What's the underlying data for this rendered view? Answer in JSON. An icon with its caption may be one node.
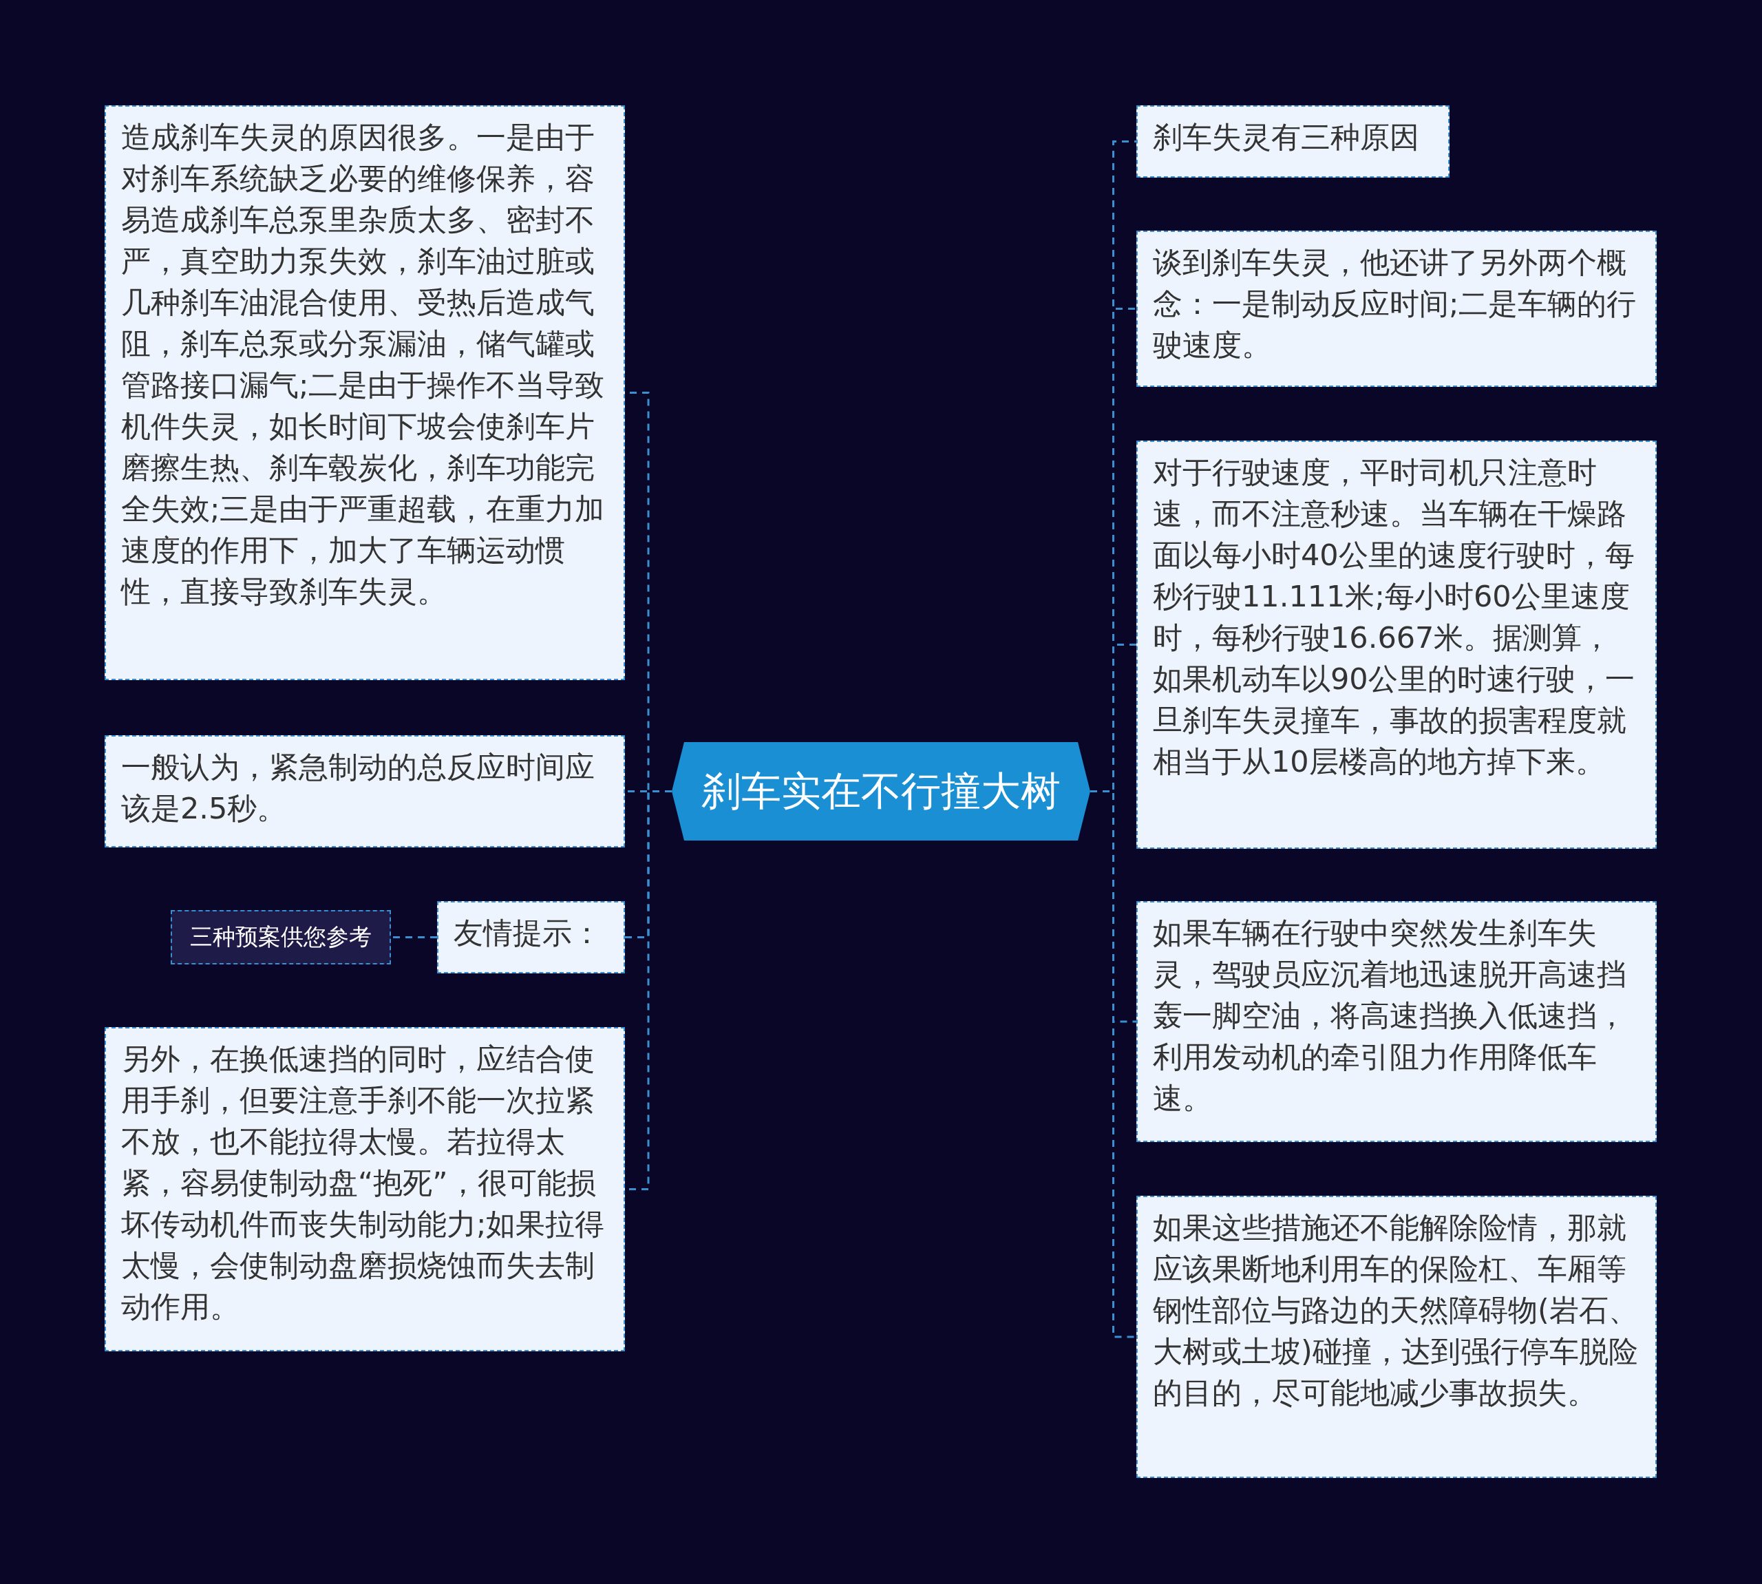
{
  "diagram": {
    "nodes": [
      {
        "text": [
          "刹车实在不行撞大树"
        ]
      },
      {
        "text": [
          "造成刹车失灵的原因很多。一是由于对刹车系统缺乏必要的维修保养，容易造成刹车总泵里杂质太多、密封不严，真空助力泵失效，刹车油过脏或几种刹车油混合使用、受热后造成气阻，刹车总泵或分泵漏油，储气罐或管路接口漏气;二是由于操作不当导致机件失灵，如长时间下坡会使刹车片磨擦生热、刹车毂炭化，刹车功能完全失效;三是由于严重超载，在重力加速度的作用下，加大了车辆运动惯性，直接导致刹车失灵。"
        ]
      },
      {
        "text": [
          "一般认为，紧急制动的总反应时间应该是2.5秒。"
        ]
      },
      {
        "text": [
          "友情提示："
        ]
      },
      {
        "text": [
          "三种预案供您参考"
        ]
      },
      {
        "text": [
          "另外，在换低速挡的同时，应结合使用手刹，但要注意手刹不能一次拉紧不放，也不能拉得太慢。若拉得太紧，容易使制动盘“抱死”，很可能损坏传动机件而丧失制动能力;如果拉得太慢，会使制动盘磨损烧蚀而失去制动作用。"
        ]
      },
      {
        "text": [
          "刹车失灵有三种原因"
        ]
      },
      {
        "text": [
          "谈到刹车失灵，他还讲了另外两个概念：一是制动反应时间;二是车辆的行驶速度。"
        ]
      },
      {
        "text": [
          "对于行驶速度，平时司机只注意时速，而不注意秒速。当车辆在干燥路面以每小时40公里的速度行驶时，每秒行驶11.111米;每小时60公里速度时，每秒行驶16.667米。据测算，如果机动车以90公里的时速行驶，一旦刹车失灵撞车，事故的损害程度就相当于从10层楼高的地方掉下来。"
        ]
      },
      {
        "text": [
          "如果车辆在行驶中突然发生刹车失灵，驾驶员应沉着地迅速脱开高速挡轰一脚空油，将高速挡换入低速挡，利用发动机的牵引阻力作用降低车速。"
        ]
      },
      {
        "text": [
          "如果这些措施还不能解除险情，那就应该果断地利用车的保险杠、车厢等钢性部位与路边的天然障碍物(岩石、大树或土坡)碰撞，达到强行停车脱险的目的，尽可能地减少事故损失。"
        ]
      }
    ],
    "edges": [
      {
        "from": 0,
        "to": 1,
        "arrow": "none"
      },
      {
        "from": 0,
        "to": 2,
        "arrow": "none"
      },
      {
        "from": 0,
        "to": 3,
        "arrow": "none"
      },
      {
        "from": 3,
        "to": 4,
        "arrow": "none"
      },
      {
        "from": 0,
        "to": 5,
        "arrow": "none"
      },
      {
        "from": 0,
        "to": 6,
        "arrow": "none"
      },
      {
        "from": 0,
        "to": 7,
        "arrow": "none"
      },
      {
        "from": 0,
        "to": 8,
        "arrow": "none"
      },
      {
        "from": 0,
        "to": 9,
        "arrow": "none"
      },
      {
        "from": 0,
        "to": 10,
        "arrow": "none"
      }
    ]
  }
}
